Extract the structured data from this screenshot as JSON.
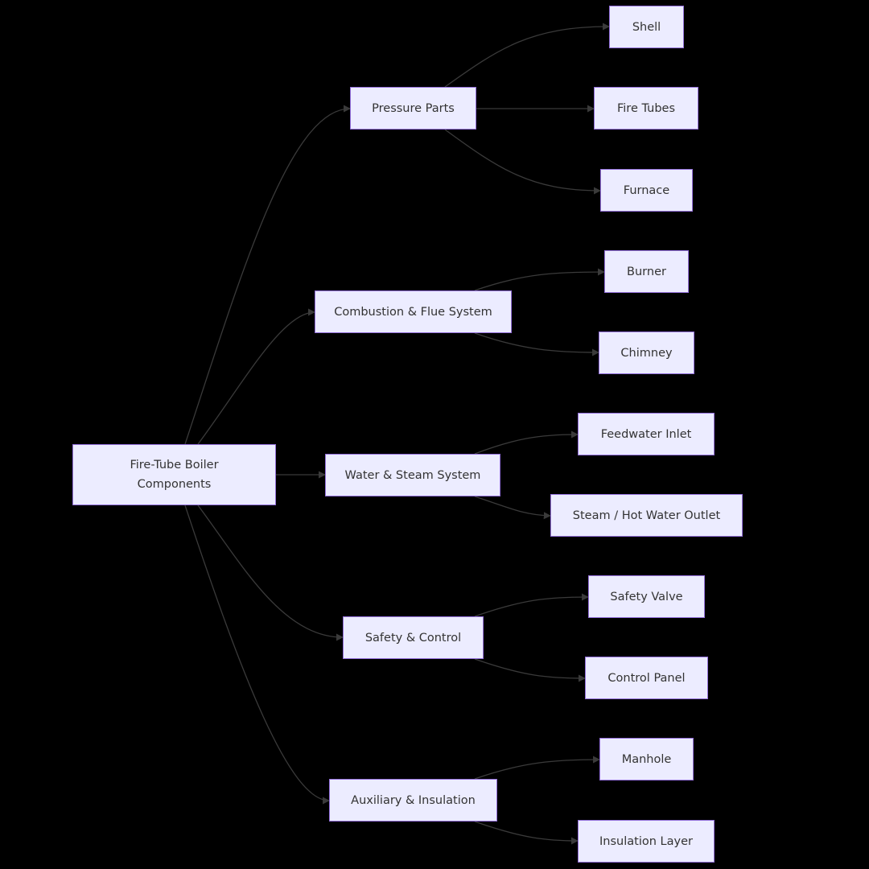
{
  "diagram": {
    "root": {
      "label": "Fire-Tube Boiler Components"
    },
    "categories": [
      {
        "label": "Pressure Parts",
        "children": [
          "Shell",
          "Fire Tubes",
          "Furnace"
        ]
      },
      {
        "label": "Combustion & Flue System",
        "children": [
          "Burner",
          "Chimney"
        ]
      },
      {
        "label": "Water & Steam System",
        "children": [
          "Feedwater Inlet",
          "Steam / Hot Water Outlet"
        ]
      },
      {
        "label": "Safety & Control",
        "children": [
          "Safety Valve",
          "Control Panel"
        ]
      },
      {
        "label": "Auxiliary & Insulation",
        "children": [
          "Manhole",
          "Insulation Layer"
        ]
      }
    ],
    "colors": {
      "background": "#000000",
      "node_fill": "#ececff",
      "node_border": "#9370db",
      "node_text": "#333333",
      "edge": "#3a3a3a"
    }
  }
}
